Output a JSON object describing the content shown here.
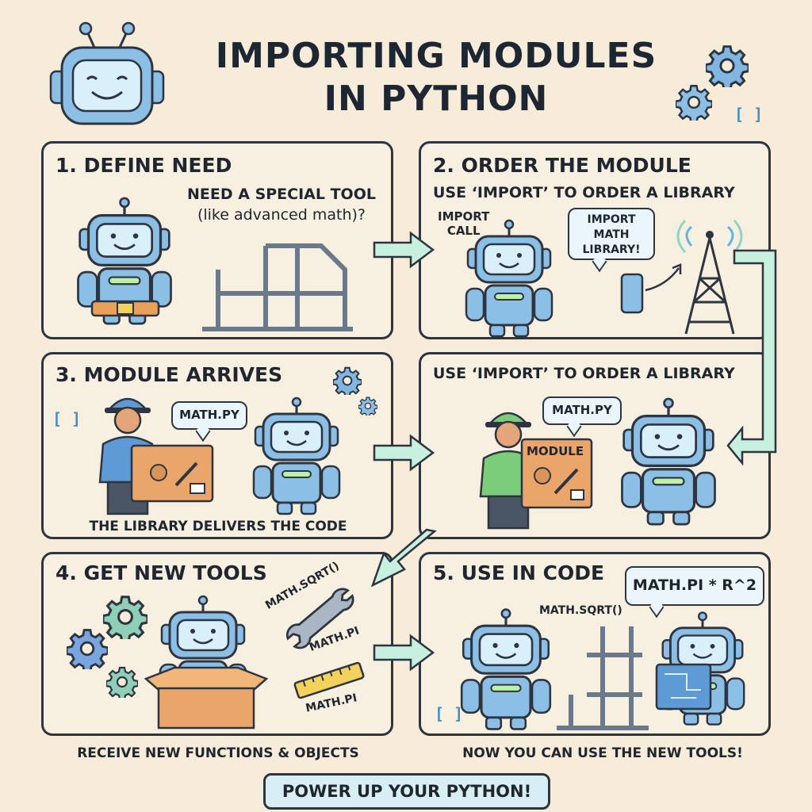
{
  "title": {
    "line1": "IMPORTING MODULES",
    "line2": "IN PYTHON"
  },
  "decor": {
    "bracket": "[ ]"
  },
  "panels": [
    {
      "heading": "1. DEFINE NEED",
      "speech_line1": "NEED A SPECIAL TOOL",
      "speech_line2": "(like advanced math)?"
    },
    {
      "heading": "2. ORDER THE MODULE",
      "subheading": "USE ‘IMPORT’ TO ORDER A LIBRARY",
      "import_call_line1": "IMPORT",
      "import_call_line2": "CALL",
      "bubble_line1": "IMPORT",
      "bubble_line2": "MATH",
      "bubble_line3": "LIBRARY!"
    },
    {
      "heading": "3. MODULE ARRIVES",
      "bubble": "MATH.PY",
      "caption": "THE LIBRARY DELIVERS THE CODE"
    },
    {
      "heading": "USE ‘IMPORT’ TO ORDER A LIBRARY",
      "bubble": "MATH.PY",
      "box_label": "MODULE"
    },
    {
      "heading": "4. GET NEW TOOLS",
      "tool1": "MATH.SQRT()",
      "tool2": "MATH.PI",
      "tool3": "MATH.PI",
      "caption": "RECEIVE NEW FUNCTIONS & OBJECTS"
    },
    {
      "heading": "5. USE IN CODE",
      "bubble": "MATH.PI * R^2",
      "code_label": "MATH.SQRT()",
      "caption": "NOW YOU CAN USE THE NEW TOOLS!"
    }
  ],
  "banner": "POWER UP YOUR PYTHON!",
  "colors": {
    "background": "#f6ecd9",
    "robot_blue": "#8cbfe6",
    "robot_face": "#d9effa",
    "arrow_green": "#c7f0df",
    "box_orange": "#eaa66a",
    "border": "#2f3540"
  }
}
